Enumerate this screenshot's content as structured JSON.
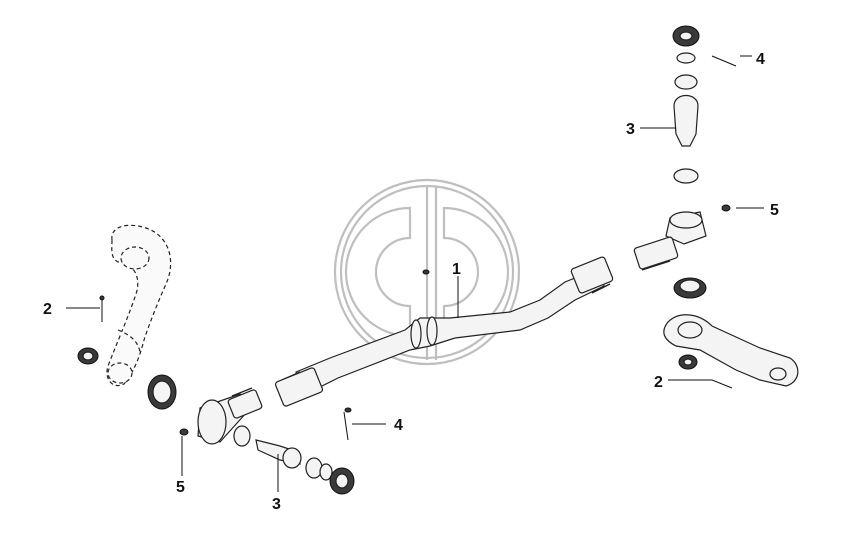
{
  "callouts": {
    "c1": "1",
    "c2_left": "2",
    "c2_right": "2",
    "c3_left": "3",
    "c3_right": "3",
    "c4_top": "4",
    "c4_bottom": "4",
    "c5_left": "5",
    "c5_right": "5"
  }
}
